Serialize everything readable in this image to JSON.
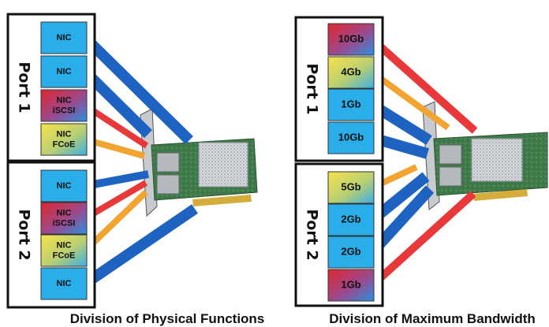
{
  "colors": {
    "nic": "#29aee9",
    "iscsi": "#e8383a",
    "fcoe": "#f2a431",
    "line_blue": "#1f63c2"
  },
  "left": {
    "caption": "Division of Physical Functions",
    "ports": [
      {
        "label": "Port 1",
        "blocks": [
          {
            "lines": [
              "NIC"
            ],
            "kind": "nic"
          },
          {
            "lines": [
              "NIC"
            ],
            "kind": "nic"
          },
          {
            "lines": [
              "NIC",
              "iSCSI"
            ],
            "kind": "iscsi"
          },
          {
            "lines": [
              "NIC",
              "FCoE"
            ],
            "kind": "fcoe"
          }
        ]
      },
      {
        "label": "Port 2",
        "blocks": [
          {
            "lines": [
              "NIC"
            ],
            "kind": "nic"
          },
          {
            "lines": [
              "NIC",
              "iSCSI"
            ],
            "kind": "iscsi"
          },
          {
            "lines": [
              "NIC",
              "FCoE"
            ],
            "kind": "fcoe"
          },
          {
            "lines": [
              "NIC"
            ],
            "kind": "nic"
          }
        ]
      }
    ]
  },
  "right": {
    "caption": "Division of Maximum Bandwidth",
    "ports": [
      {
        "label": "Port 1",
        "blocks": [
          {
            "lines": [
              "10Gb"
            ],
            "kind": "iscsi"
          },
          {
            "lines": [
              "4Gb"
            ],
            "kind": "fcoe"
          },
          {
            "lines": [
              "1Gb"
            ],
            "kind": "nic"
          },
          {
            "lines": [
              "10Gb"
            ],
            "kind": "nic"
          }
        ]
      },
      {
        "label": "Port 2",
        "blocks": [
          {
            "lines": [
              "5Gb"
            ],
            "kind": "fcoe"
          },
          {
            "lines": [
              "2Gb"
            ],
            "kind": "nic"
          },
          {
            "lines": [
              "2Gb"
            ],
            "kind": "nic"
          },
          {
            "lines": [
              "1Gb"
            ],
            "kind": "iscsi"
          }
        ]
      }
    ]
  }
}
